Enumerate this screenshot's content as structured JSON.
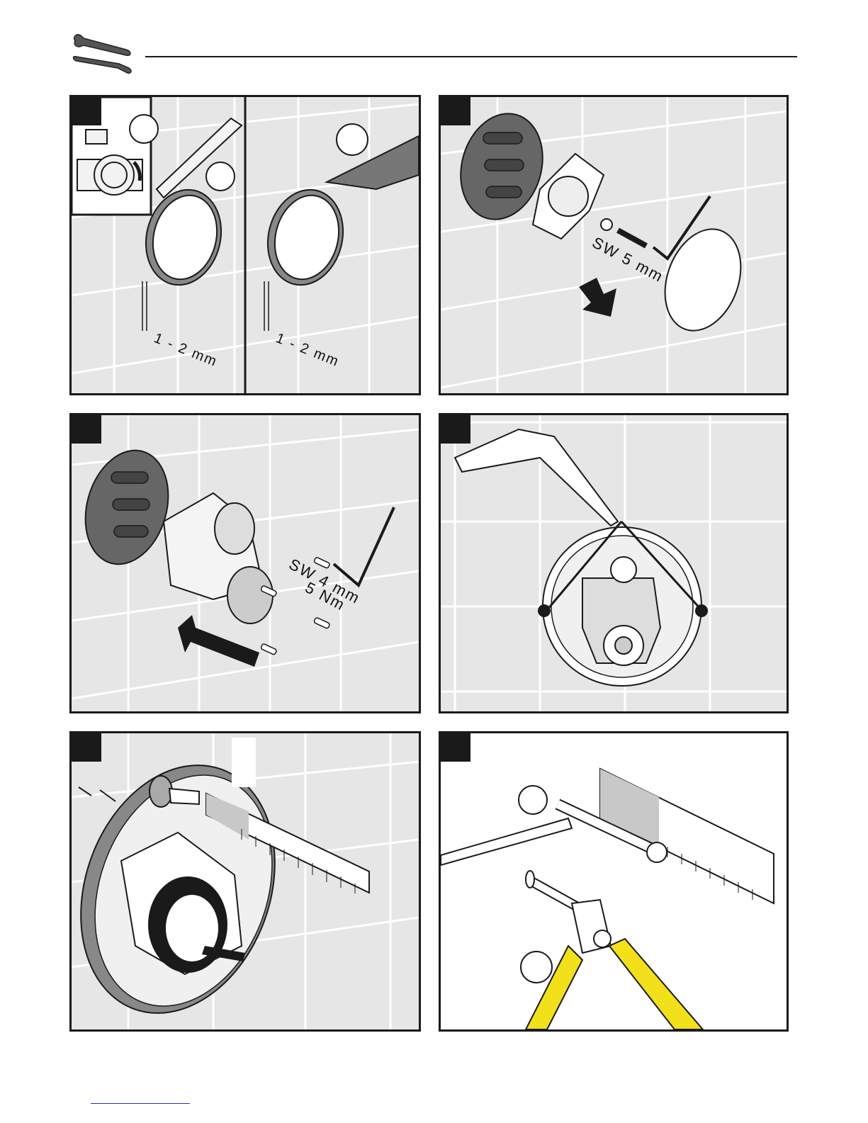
{
  "header": {
    "icon": "wrench-and-screwdriver-icon"
  },
  "panels": {
    "p1": {
      "left_dimension": "1 - 2 mm",
      "right_dimension": "1 - 2 mm"
    },
    "p2": {
      "tool_size": "SW 5 mm"
    },
    "p3": {
      "tool_size": "SW 4 mm",
      "torque": "5 Nm"
    },
    "p4": {},
    "p5": {},
    "p6": {}
  },
  "colors": {
    "tile_background": "#e6e6e6",
    "border": "#1a1a1a",
    "pliers_handle": "#f2e01a"
  }
}
